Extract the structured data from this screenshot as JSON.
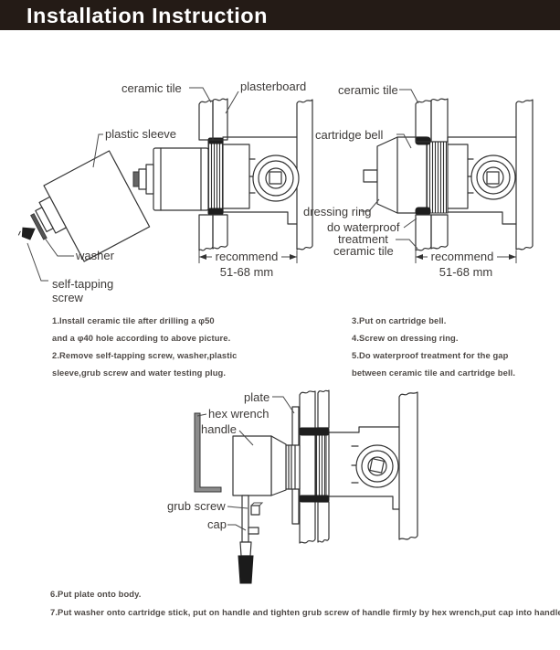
{
  "header": {
    "title": "Installation Instruction"
  },
  "colors": {
    "header_bg": "#241b16",
    "header_fg": "#ffffff",
    "line": "#333333",
    "step_text": "#4f4a47",
    "label_text": "#3d3a38"
  },
  "diagram1": {
    "labels": {
      "ceramic_tile": "ceramic tile",
      "plasterboard": "plasterboard",
      "plastic_sleeve": "plastic sleeve",
      "washer": "washer",
      "self_tapping_line1": "self-tapping",
      "self_tapping_line2": "screw",
      "recommend": "recommend",
      "dimension": "51-68 mm"
    }
  },
  "diagram2": {
    "labels": {
      "ceramic_tile_top": "ceramic tile",
      "cartridge_bell": "cartridge bell",
      "dressing_ring": "dressing ring",
      "waterproof_line1": "do waterproof",
      "waterproof_line2": "treatment",
      "waterproof_line3": "ceramic tile",
      "recommend": "recommend",
      "dimension": "51-68 mm"
    }
  },
  "diagram3": {
    "labels": {
      "plate": "plate",
      "hex_wrench": "hex wrench",
      "handle": "handle",
      "grub_screw": "grub screw",
      "cap": "cap"
    }
  },
  "instructions": {
    "left": [
      "1.Install ceramic tile after drilling a φ50",
      "and a φ40 hole according to above picture.",
      "2.Remove self-tapping screw, washer,plastic",
      "sleeve,grub screw and water testing plug."
    ],
    "right": [
      "3.Put on cartridge bell.",
      "4.Screw on dressing ring.",
      "5.Do waterproof treatment for the gap",
      "between ceramic tile and cartridge bell."
    ],
    "bottom": [
      "6.Put plate onto body.",
      "7.Put washer onto cartridge stick, put on handle and tighten grub screw of handle firmly by hex wrench,put cap into handle."
    ]
  }
}
